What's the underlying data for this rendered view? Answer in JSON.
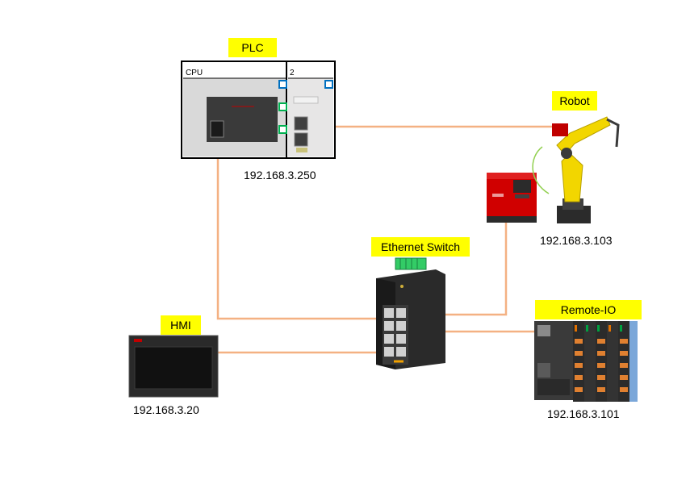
{
  "devices": {
    "plc": {
      "label": "PLC",
      "ip": "192.168.3.250",
      "cpu_text": "CPU",
      "slot_text": "2"
    },
    "robot": {
      "label": "Robot",
      "ip": "192.168.3.103"
    },
    "switch": {
      "label": "Ethernet Switch"
    },
    "hmi": {
      "label": "HMI",
      "ip": "192.168.3.20"
    },
    "remote_io": {
      "label": "Remote-IO",
      "ip": "192.168.3.101"
    }
  },
  "colors": {
    "label_bg": "#ffff00",
    "cable": "#f4b183",
    "port_green": "#00b050",
    "port_blue": "#0070c0"
  }
}
